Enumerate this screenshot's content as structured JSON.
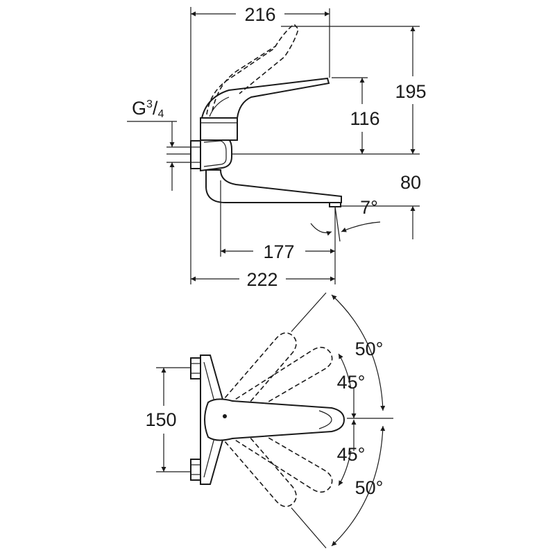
{
  "side_view": {
    "thread_main": "G",
    "thread_num": "3",
    "thread_sep": "/",
    "thread_den": "4",
    "dim_total_depth_top": "216",
    "dim_total_height": "195",
    "dim_handle_height": "116",
    "dim_outlet_height": "80",
    "dim_outlet_angle": "7°",
    "dim_spout_length": "177",
    "dim_total_depth_bottom": "222"
  },
  "top_view": {
    "dim_inlet_spacing": "150",
    "angle_upper_outer": "50°",
    "angle_upper_inner": "45°",
    "angle_lower_inner": "45°",
    "angle_lower_outer": "50°"
  }
}
